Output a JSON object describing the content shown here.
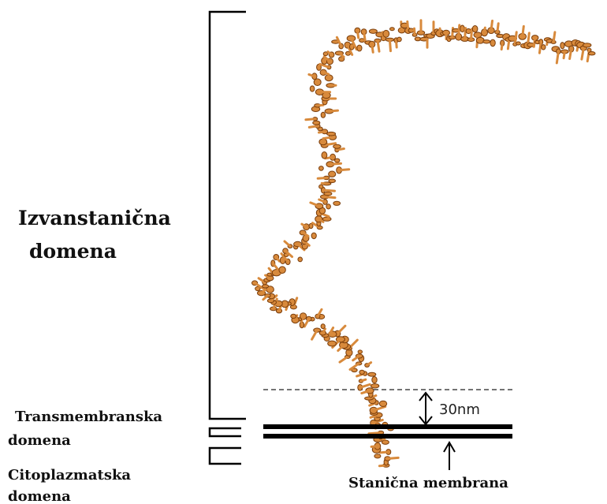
{
  "labels": {
    "extracellular_line1": "Izvanstanična",
    "extracellular_line2": "domena",
    "transmembrane_line1": "Transmembranska",
    "transmembrane_line2": "domena",
    "cytoplasmic_line1": "Citoplazmatska",
    "cytoplasmic_line2": "domena",
    "membrane": "Stanična membrana",
    "scale": "30nm"
  },
  "colors": {
    "molecule_fill": "#D88A3C",
    "molecule_edge": "#7A3D0B",
    "lines": "#000000"
  }
}
